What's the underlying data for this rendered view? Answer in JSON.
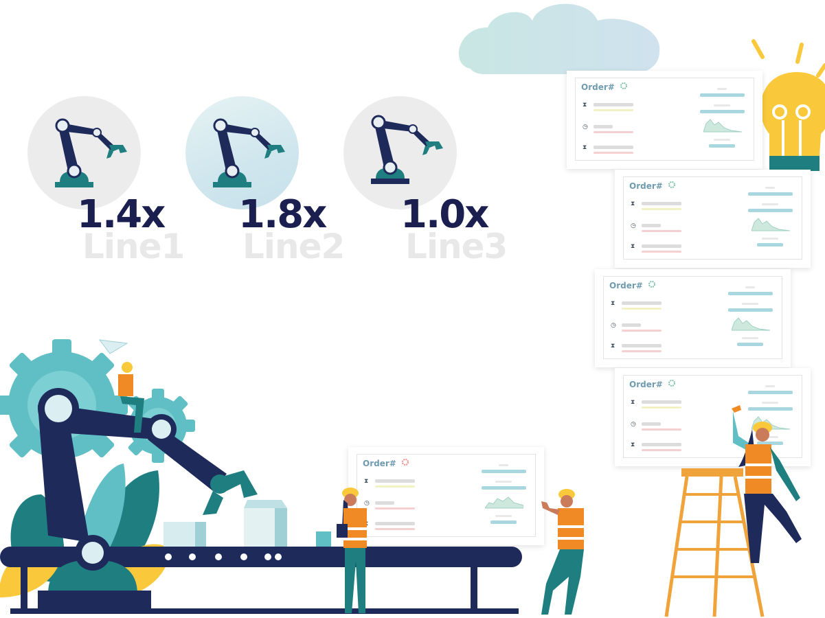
{
  "lines": [
    {
      "multiplier": "1.4x",
      "name": "Line1"
    },
    {
      "multiplier": "1.8x",
      "name": "Line2"
    },
    {
      "multiplier": "1.0x",
      "name": "Line3"
    }
  ],
  "order_cards": [
    {
      "label": "Order#"
    },
    {
      "label": "Order#"
    },
    {
      "label": "Order#"
    },
    {
      "label": "Order#"
    },
    {
      "label": "Order#"
    }
  ],
  "colors": {
    "navy": "#1a1f4f",
    "teal": "#1f7f80",
    "gear_teal": "#5fbfc4",
    "yellow": "#f9c93b",
    "orange": "#f08a24",
    "cloud": "#c5e4e6"
  }
}
